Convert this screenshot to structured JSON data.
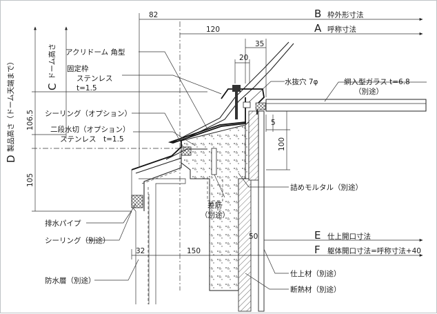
{
  "labels": {
    "b": "B 枠外形寸法",
    "a": "A 呼称寸法",
    "d": "D 製品高さ（ドーム天端まで）",
    "c": "C ドーム高さ",
    "acryl": "アクリドーム 角型",
    "frame1": "固定枠",
    "frame2": "ステンレス",
    "frame3": "t=1.5",
    "sealing_opt": "シーリング（オプション）",
    "mizukiri1": "二段水切（オプション）",
    "mizukiri2": "ステンレス　t=1.5",
    "hole": "水抜穴 7φ",
    "glass1": "網入型ガラス t=6.8",
    "glass2": "（別途）",
    "mortar": "詰めモルタル（別途）",
    "sashin1": "差筋",
    "sashin2": "（別途）",
    "pipe": "排水パイプ",
    "sealing": "シーリング（別途）",
    "waterproof": "防水層（別途）",
    "e": "E 仕上開口寸法",
    "f": "F 躯体開口寸法=呼称寸法+40",
    "finish": "仕上材（別途）",
    "insulation": "断熱材（別途）"
  },
  "dims": {
    "d82": "82",
    "d120": "120",
    "d35": "35",
    "d20": "20",
    "d106": "106.5",
    "d105": "105",
    "d5": "5",
    "d100": "100",
    "d50": "50",
    "d32": "32",
    "d150": "150"
  }
}
